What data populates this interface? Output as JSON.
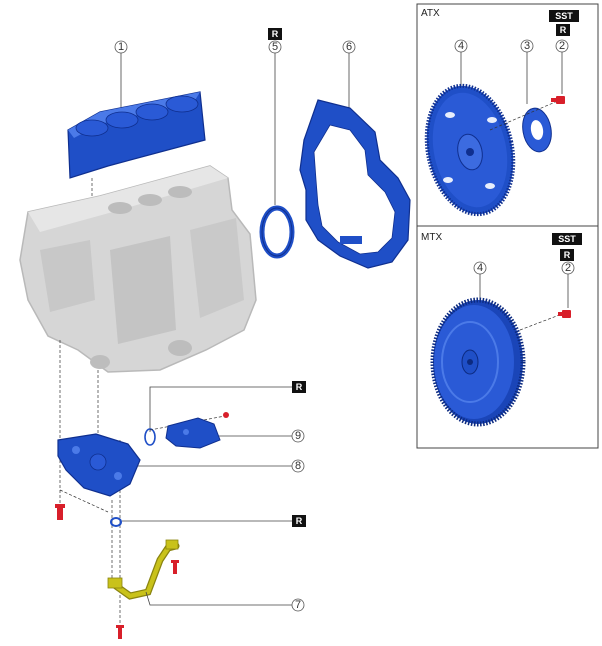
{
  "panels": {
    "atx": {
      "title": "ATX",
      "sst": "SST",
      "r": "R"
    },
    "mtx": {
      "title": "MTX",
      "sst": "SST",
      "r": "R"
    }
  },
  "callouts": {
    "c1": "1",
    "c2a": "2",
    "c2b": "2",
    "c3": "3",
    "c4a": "4",
    "c4b": "4",
    "c5": "5",
    "c6": "6",
    "c7": "7",
    "c8": "8",
    "c9": "9"
  },
  "tags": {
    "r_seal": "R",
    "r_pump": "R",
    "r_oring": "R"
  },
  "colors": {
    "part_blue": "#1f4fc7",
    "part_blue_dark": "#0f2f8f",
    "block_gray": "#cfcfcf",
    "bolt_red": "#d81f2a",
    "pipe_yellow": "#c9c21a"
  }
}
